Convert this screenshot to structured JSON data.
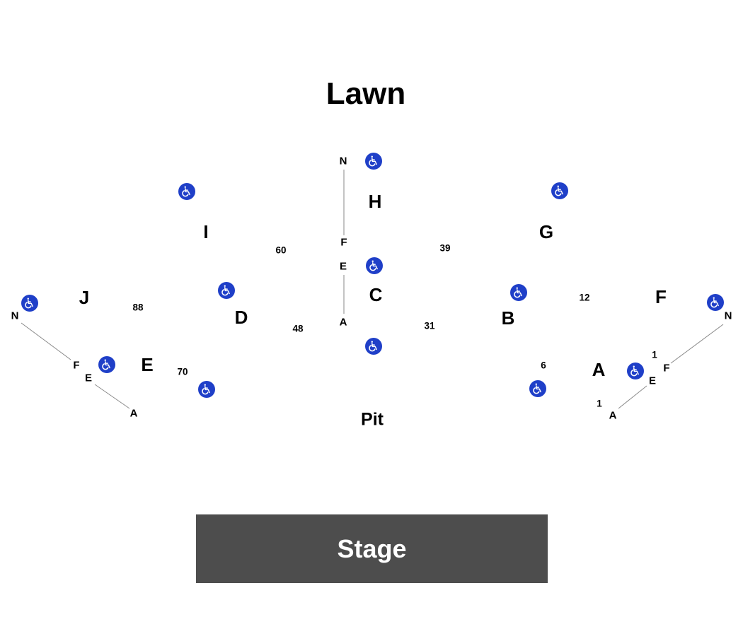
{
  "title": "Lawn",
  "pit": "Pit",
  "stage": "Stage",
  "colors": {
    "accessible": "#1f3fc8",
    "stage": "#4d4d4d",
    "lines": "#8a8a8a"
  },
  "icon": "wheelchair-icon",
  "sections": {
    "A": "A",
    "B": "B",
    "C": "C",
    "D": "D",
    "E": "E",
    "F": "F",
    "G": "G",
    "H": "H",
    "I": "I",
    "J": "J"
  },
  "rows": {
    "center": {
      "n": "N",
      "f": "F",
      "e": "E",
      "a": "A"
    },
    "left": {
      "n": "N",
      "f": "F",
      "e": "E",
      "a": "A"
    },
    "right": {
      "n": "N",
      "f": "F",
      "e": "E",
      "a": "A"
    }
  },
  "seats": {
    "s60": "60",
    "s39": "39",
    "s88": "88",
    "s48": "48",
    "s31": "31",
    "s12": "12",
    "s70": "70",
    "s6": "6",
    "s1_upper": "1",
    "s1_lower": "1"
  }
}
